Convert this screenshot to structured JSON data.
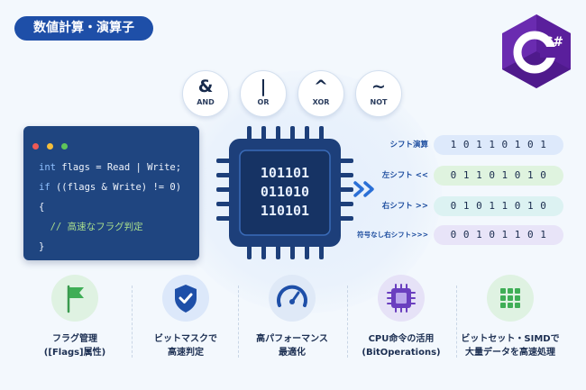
{
  "header": {
    "title": "数値計算・演算子"
  },
  "logo": {
    "label": "C#"
  },
  "operators": [
    {
      "symbol": "&",
      "name": "AND"
    },
    {
      "symbol": "|",
      "name": "OR"
    },
    {
      "symbol": "^",
      "name": "XOR"
    },
    {
      "symbol": "~",
      "name": "NOT"
    }
  ],
  "code": {
    "line1_kw": "int",
    "line1_rest": " flags = Read | Write;",
    "line2_kw": "if",
    "line2_rest": " ((flags & Write) != 0)",
    "line3": "{",
    "line4": "  // 高速なフラグ判定",
    "line5": "}"
  },
  "chip": {
    "rows": [
      "101101",
      "011010",
      "110101"
    ]
  },
  "shifts": [
    {
      "label": "シフト演算",
      "bits": "1 0 1 1 0 1 0 1",
      "color": "#dde9fb"
    },
    {
      "label": "左シフト <<",
      "bits": "0 1 1 0 1 0 1 0",
      "color": "#dff3df"
    },
    {
      "label": "右シフト >>",
      "bits": "0 1 0 1 1 0 1 0",
      "color": "#dcf2f2"
    },
    {
      "label": "符号なし右シフト>>>",
      "bits": "0 0 1 0 1 1 0 1",
      "color": "#e8e4f8"
    }
  ],
  "features": [
    {
      "icon": "flag-icon",
      "line1": "フラグ管理",
      "line2": "([Flags]属性)"
    },
    {
      "icon": "shield-check-icon",
      "line1": "ビットマスクで",
      "line2": "高速判定"
    },
    {
      "icon": "speedometer-icon",
      "line1": "高パフォーマンス",
      "line2": "最適化"
    },
    {
      "icon": "cpu-icon",
      "line1": "CPU命令の活用",
      "line2": "(BitOperations)"
    },
    {
      "icon": "grid-icon",
      "line1": "ビットセット・SIMDで",
      "line2": "大量データを高速処理"
    }
  ],
  "colors": {
    "accent": "#1e4fa8",
    "code_bg": "#1f4580",
    "chip": "#1d3f7a",
    "logo": "#6a2bb0"
  }
}
